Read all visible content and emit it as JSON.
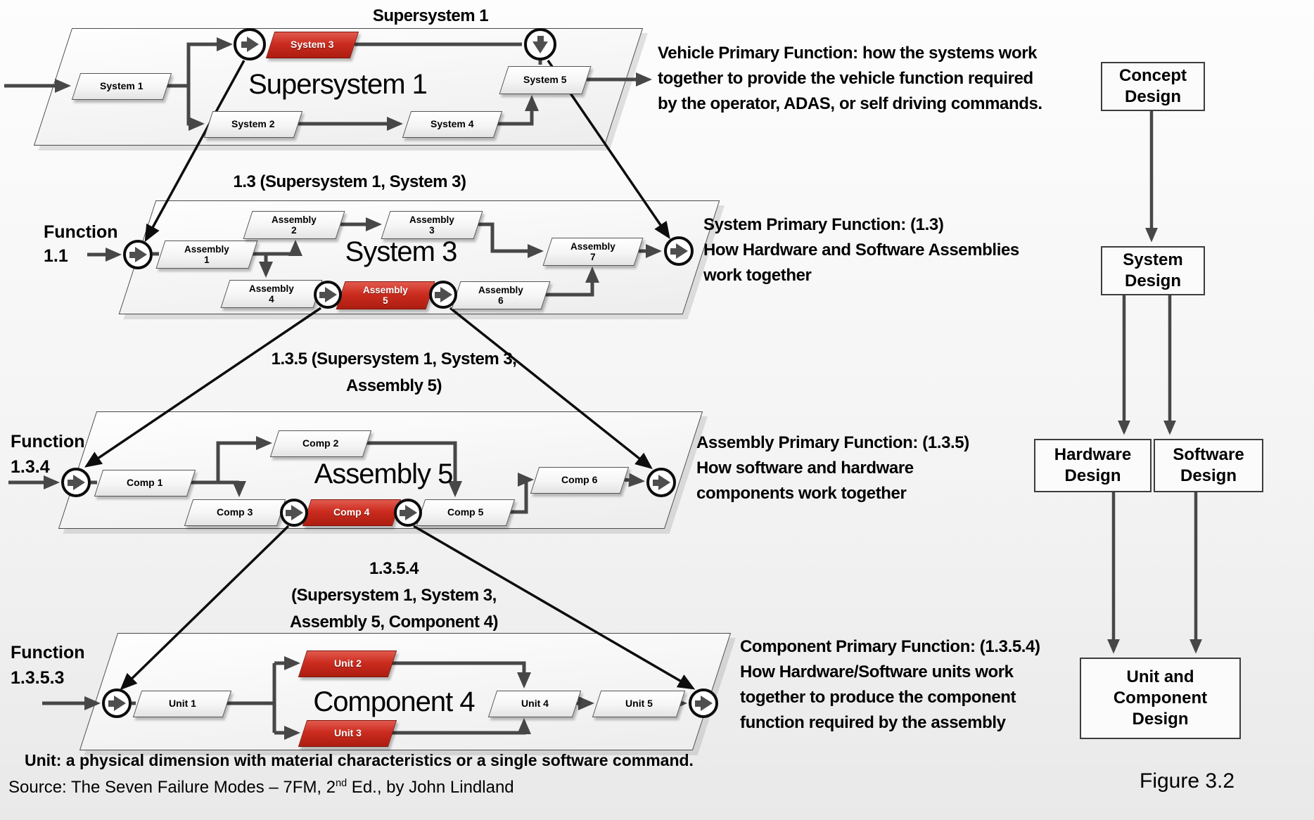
{
  "level1": {
    "title": "Supersystem 1",
    "big_label": "Supersystem 1",
    "nodes": {
      "n1": "System 1",
      "n2": "System 2",
      "n3": "System 3",
      "n4": "System 4",
      "n5": "System 5"
    }
  },
  "level2": {
    "title": "1.3 (Supersystem 1, System 3)",
    "big_label": "System 3",
    "function_label": "Function",
    "function_number": "1.1",
    "nodes": {
      "a1": [
        "Assembly",
        "1"
      ],
      "a2": [
        "Assembly",
        "2"
      ],
      "a3": [
        "Assembly",
        "3"
      ],
      "a4": [
        "Assembly",
        "4"
      ],
      "a5": [
        "Assembly",
        "5"
      ],
      "a6": [
        "Assembly",
        "6"
      ],
      "a7": [
        "Assembly",
        "7"
      ]
    }
  },
  "level3": {
    "title_line1": "1.3.5 (Supersystem 1, System 3,",
    "title_line2": "Assembly 5)",
    "big_label": "Assembly 5",
    "function_label": "Function",
    "function_number": "1.3.4",
    "nodes": {
      "c1": "Comp 1",
      "c2": "Comp 2",
      "c3": "Comp 3",
      "c4": "Comp 4",
      "c5": "Comp 5",
      "c6": "Comp 6"
    }
  },
  "level4": {
    "title_line1": "1.3.5.4",
    "title_line2": "(Supersystem 1, System 3,",
    "title_line3": "Assembly 5, Component 4)",
    "big_label": "Component 4",
    "function_label": "Function",
    "function_number": "1.3.5.3",
    "nodes": {
      "u1": "Unit 1",
      "u2": "Unit 2",
      "u3": "Unit 3",
      "u4": "Unit 4",
      "u5": "Unit 5"
    }
  },
  "annotations": {
    "vehicle": [
      "Vehicle Primary Function: how the systems work",
      "together to provide the vehicle function required",
      "by the operator, ADAS, or self driving commands."
    ],
    "system": [
      "System Primary Function: (1.3)",
      "How Hardware and Software  Assemblies",
      "work  together"
    ],
    "assembly": [
      "Assembly Primary Function: (1.3.5)",
      "How software and hardware",
      "components  work together"
    ],
    "component": [
      "Component Primary Function: (1.3.5.4)",
      "How Hardware/Software units work",
      "together to produce the component",
      "function required by the assembly"
    ]
  },
  "design_flow": {
    "concept": "Concept Design",
    "system": "System Design",
    "hardware": "Hardware Design",
    "software": "Software Design",
    "unit": "Unit and Component Design"
  },
  "footer": {
    "unit_note": "Unit: a physical dimension with material characteristics or a single software command.",
    "source_prefix": "Source: The Seven Failure Modes – 7FM, 2",
    "source_sup": "nd",
    "source_suffix": " Ed., by John Lindland",
    "figure_label": "Figure 3.2"
  },
  "colors": {
    "highlight_red": "#c52a1d",
    "connector": "#474747",
    "diagonal": "#111111"
  }
}
